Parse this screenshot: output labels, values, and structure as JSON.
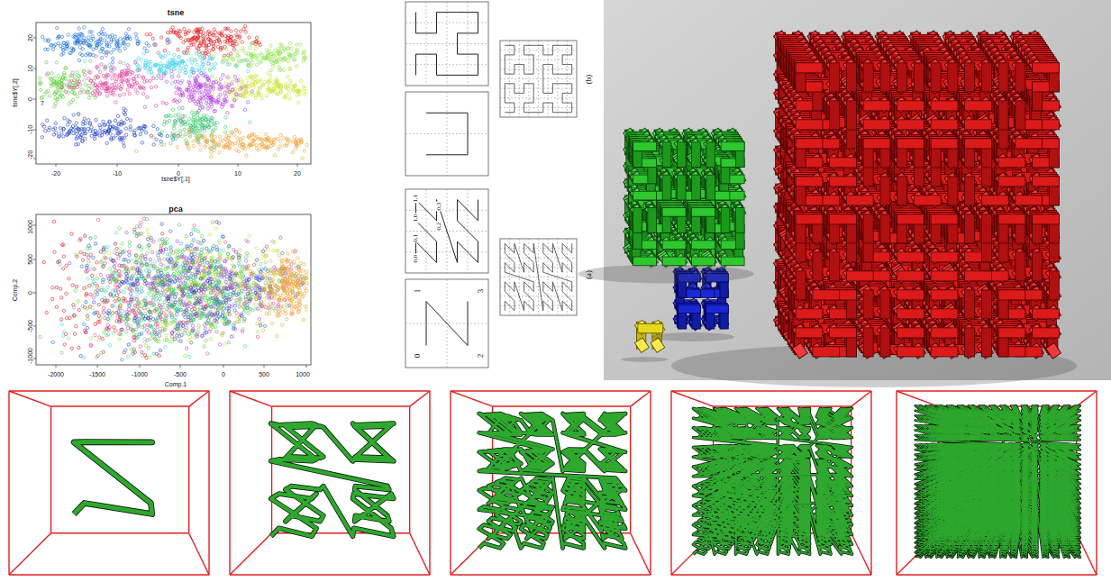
{
  "diagram": {
    "labels": [
      "tsne",
      "tsne$Y[,1]",
      "tsne$Y[,2]",
      "-20",
      "-10",
      "0",
      "10",
      "20",
      "20",
      "10",
      "0",
      "-10",
      "-20",
      "7",
      "pca",
      "Comp.1",
      "Comp.2",
      "-2000",
      "-1500",
      "-1000",
      "-500",
      "0",
      "500",
      "1000",
      "1000",
      "500",
      "0",
      "-500",
      "-1000",
      "0",
      "1",
      "2",
      "3",
      "0,0",
      "0,1",
      "1,0",
      "1,1",
      "0,2",
      "0,3",
      "(a)",
      "(b)"
    ]
  }
}
